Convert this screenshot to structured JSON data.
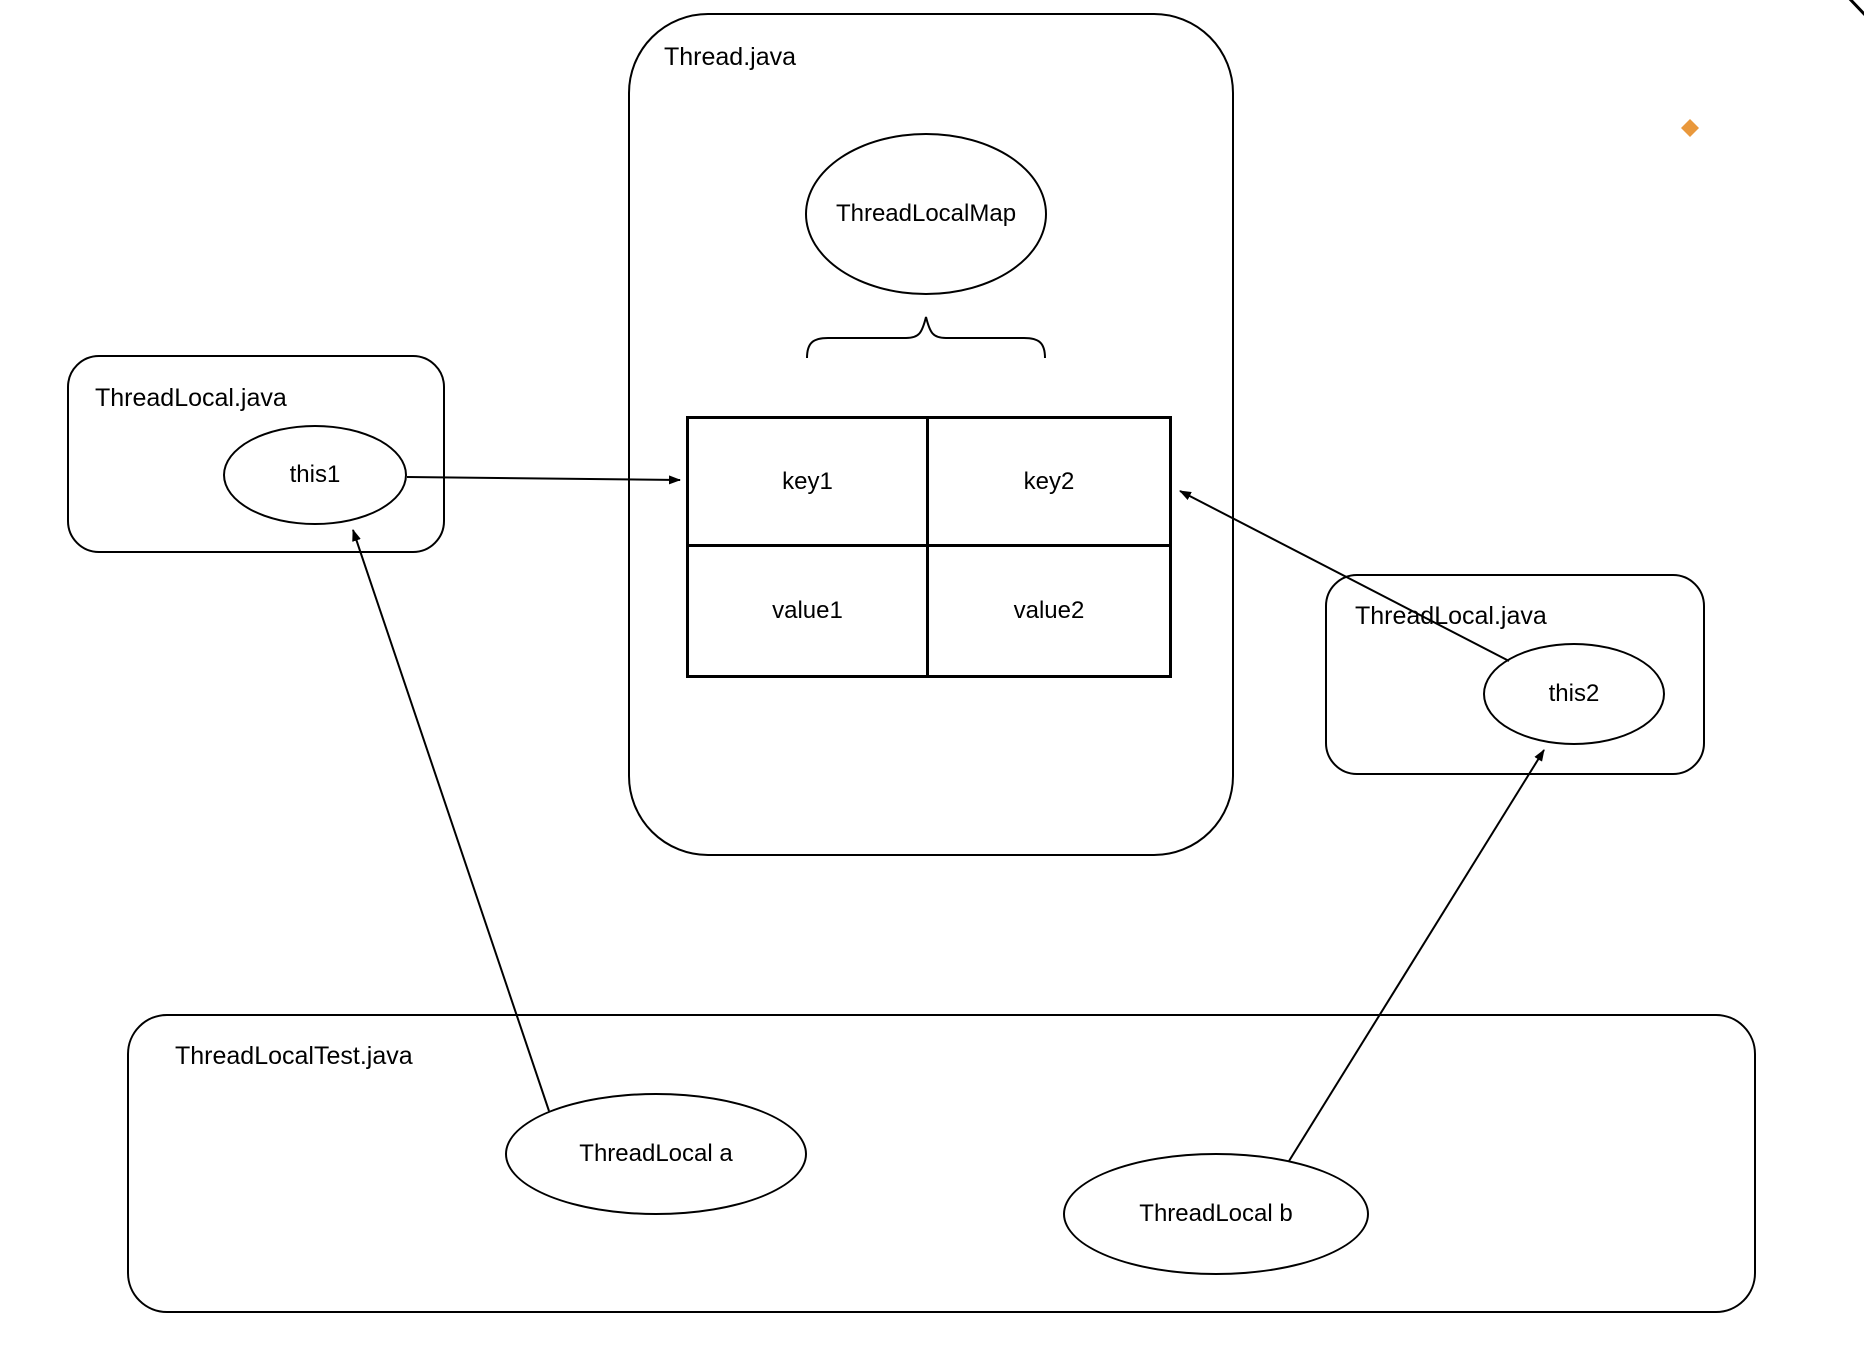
{
  "diagram": {
    "title": "ThreadLocal / ThreadLocalMap reference diagram",
    "nodes": {
      "thread": {
        "label": "Thread.java"
      },
      "threadlocalmap": {
        "label": "ThreadLocalMap"
      },
      "table": {
        "rows": [
          [
            "key1",
            "key2"
          ],
          [
            "value1",
            "value2"
          ]
        ]
      },
      "left": {
        "label": "ThreadLocal.java",
        "ellipse": "this1"
      },
      "right": {
        "label": "ThreadLocal.java",
        "ellipse": "this2"
      },
      "test": {
        "label": "ThreadLocalTest.java",
        "ellipse_a": "ThreadLocal a",
        "ellipse_b": "ThreadLocal b"
      }
    },
    "edges": [
      {
        "from": "this1",
        "to": "key1"
      },
      {
        "from": "this2",
        "to": "key2"
      },
      {
        "from": "ThreadLocal a",
        "to": "this1"
      },
      {
        "from": "ThreadLocal b",
        "to": "this2"
      }
    ],
    "colors": {
      "stroke": "#000000",
      "background": "#FFFFFF",
      "connection_point": "#E9983C"
    }
  }
}
